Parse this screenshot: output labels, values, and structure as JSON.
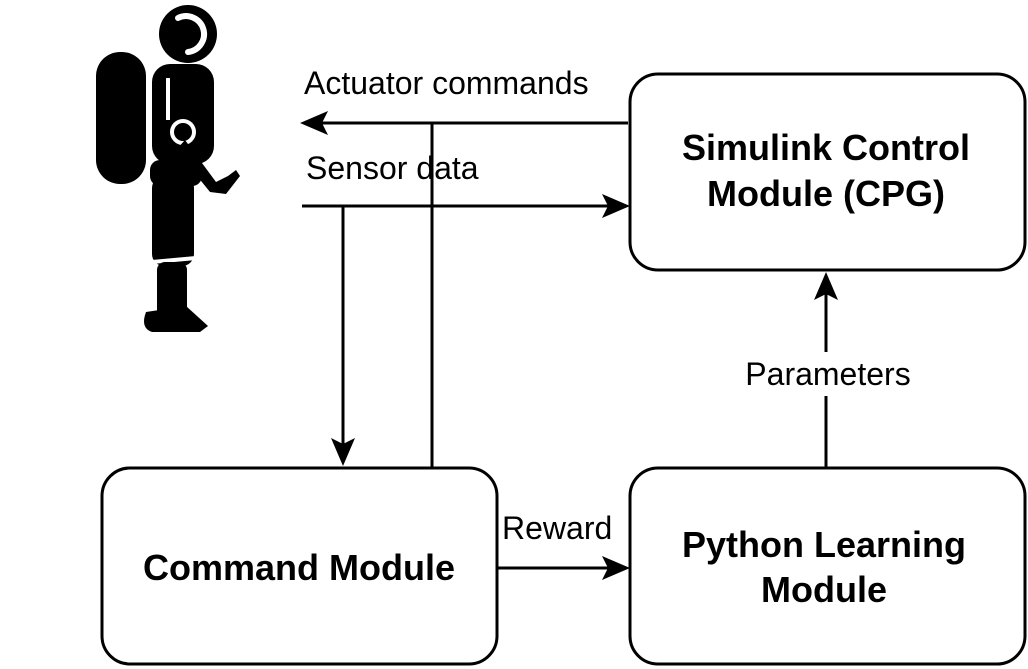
{
  "nodes": {
    "simulink": {
      "line1": "Simulink Control",
      "line2": "Module (CPG)"
    },
    "command": {
      "label": "Command Module"
    },
    "python": {
      "line1": "Python Learning",
      "line2": "Module"
    }
  },
  "edges": {
    "actuator": "Actuator commands",
    "sensor": "Sensor data",
    "parameters": "Parameters",
    "reward": "Reward"
  },
  "icons": {
    "robot": "humanoid-robot-icon"
  }
}
